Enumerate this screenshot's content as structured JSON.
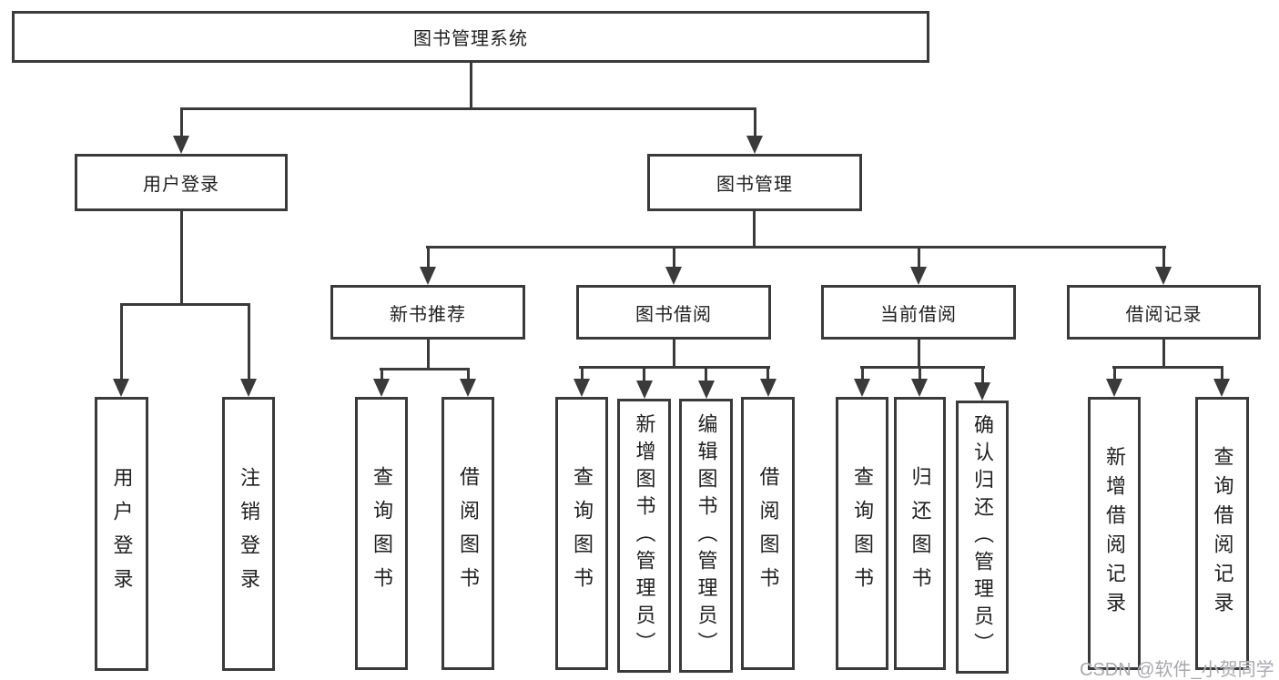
{
  "colors": {
    "line": "#3a3a3a",
    "text": "#1f1f1f",
    "background": "#ffffff",
    "watermark": "#a8a9ad"
  },
  "tree": {
    "root": "图书管理系统",
    "branches": [
      {
        "label": "用户登录",
        "children": [
          {
            "label": "用户登录"
          },
          {
            "label": "注销登录"
          }
        ]
      },
      {
        "label": "图书管理",
        "children": [
          {
            "label": "新书推荐",
            "children": [
              {
                "label": "查询图书"
              },
              {
                "label": "借阅图书"
              }
            ]
          },
          {
            "label": "图书借阅",
            "children": [
              {
                "label": "查询图书"
              },
              {
                "label": "新增图书（管理员）"
              },
              {
                "label": "编辑图书（管理员）"
              },
              {
                "label": "借阅图书"
              }
            ]
          },
          {
            "label": "当前借阅",
            "children": [
              {
                "label": "查询图书"
              },
              {
                "label": "归还图书"
              },
              {
                "label": "确认归还（管理员）"
              }
            ]
          },
          {
            "label": "借阅记录",
            "children": [
              {
                "label": "新增借阅记录"
              },
              {
                "label": "查询借阅记录"
              }
            ]
          }
        ]
      }
    ]
  },
  "watermark": "CSDN @软件_小贺同学"
}
